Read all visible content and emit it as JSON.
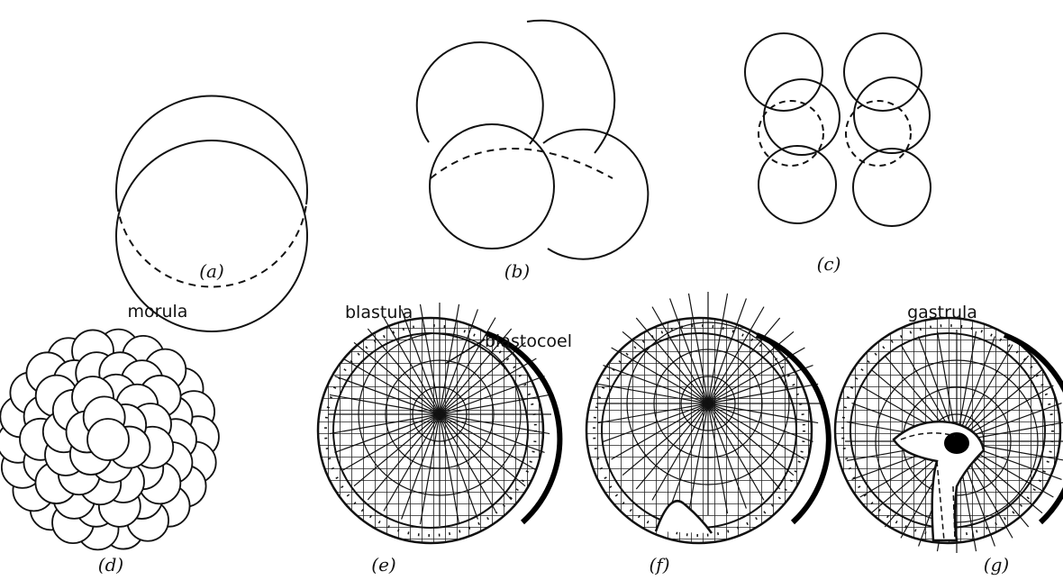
{
  "panels": {
    "a": {
      "caption": "(a)"
    },
    "b": {
      "caption": "(b)"
    },
    "c": {
      "caption": "(c)"
    },
    "d": {
      "caption": "(d)",
      "label": "morula"
    },
    "e": {
      "caption": "(e)",
      "label": "blastula",
      "annotation": "blastocoel"
    },
    "f": {
      "caption": "(f)"
    },
    "g": {
      "caption": "(g)",
      "label": "gastrula"
    }
  }
}
